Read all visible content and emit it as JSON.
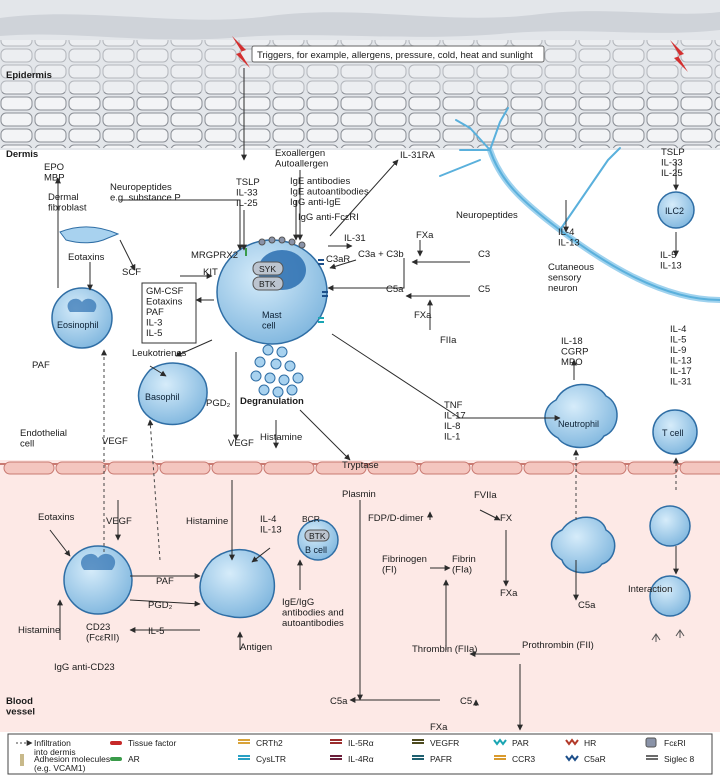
{
  "regions": {
    "epidermis": "Epidermis",
    "dermis": "Dermis",
    "blood_vessel": "Blood\nvessel"
  },
  "triggers": "Triggers, for example, allergens, pressure, cold, heat and sunlight",
  "cells": {
    "mast": "Mast\ncell",
    "eosinophil": "Eosinophil",
    "basophil": "Basophil",
    "neutrophil": "Neutrophil",
    "t_cell": "T cell",
    "ilc2": "ILC2",
    "b_cell": "B cell",
    "dermal_fibroblast": "Dermal\nfibroblast",
    "endothelial": "Endothelial\ncell",
    "sensory_neuron": "Cutaneous\nsensory\nneuron"
  },
  "labels": {
    "syk": "SYK",
    "btk": "BTK",
    "btk_b": "BTK",
    "bcr": "BCR",
    "degranulation": "Degranulation",
    "epo_mbp": "EPO\nMBP",
    "neuropeptides_sub": "Neuropeptides\ne.g. substance P",
    "tslp_list": "TSLP\nIL-33\nIL-25",
    "exoallergen": "Exoallergen\nAutoallergen",
    "ige_list": "IgE antibodies\nIgE autoantibodies\nIgG anti-IgE",
    "igg_fceri": "IgG anti-FcεRI",
    "il31ra": "IL-31RA",
    "neuropeptides": "Neuropeptides",
    "il31": "IL-31",
    "fxa_top": "FXa",
    "c3a_c3b": "C3a + C3b",
    "c3": "C3",
    "c3ar": "C3aR",
    "c5a": "C5a",
    "c5": "C5",
    "fxa_mid": "FXa",
    "fiia": "FIIa",
    "mrgprx2": "MRGPRX2",
    "kit": "KIT",
    "scf": "SCF",
    "eotaxins": "Eotaxins",
    "gm_box": "GM-CSF\nEotaxins\nPAF\nIL-3\nIL-5",
    "paf_left": "PAF",
    "leukotrienes": "Leukotrienes",
    "pgd2": "PGD₂",
    "vegf_mast": "VEGF",
    "histamine_top": "Histamine",
    "tryptase": "Tryptase",
    "tnf_list": "TNF\nIL-17\nIL-8\nIL-1",
    "il18_list": "IL-18\nCGRP\nMPO",
    "tslp_right": "TSLP\nIL-33\nIL-25",
    "il4_il13": "IL-4\nIL-13",
    "il5_il13": "IL-5\nIL-13",
    "tcell_list": "IL-4\nIL-5\nIL-9\nIL-13\nIL-17\nIL-31",
    "vegf_eos": "VEGF",
    "eotaxins_blood": "Eotaxins",
    "vegf_blood": "VEGF",
    "histamine_blood": "Histamine",
    "il4_il13_b": "IL-4\nIL-13",
    "paf_blood": "PAF",
    "pgd2_blood": "PGD₂",
    "il5_blood": "IL-5",
    "histamine_left": "Histamine",
    "cd23": "CD23\n(FcεRII)",
    "igg_cd23": "IgG anti-CD23",
    "ige_igg": "IgE/IgG\nantibodies and\nautoantibodies",
    "antigen": "Antigen",
    "plasmin": "Plasmin",
    "fdp": "FDP/D-dimer",
    "fviia": "FVIIa",
    "fx": "FX",
    "fibrinogen": "Fibrinogen\n(FI)",
    "fibrin": "Fibrin\n(FIa)",
    "fxa_blood": "FXa",
    "prothrombin": "Prothrombin (FII)",
    "thrombin": "Thrombin (FIIa)",
    "c5a_blood": "C5a",
    "c5_blood": "C5",
    "fxa_bottom": "FXa",
    "c5a_neut": "C5a",
    "interaction": "Interaction"
  },
  "legend": [
    {
      "icon": "dashed-arrow",
      "label": "Infiltration\ninto dermis",
      "color": "#444444"
    },
    {
      "icon": "adhesion",
      "label": "Adhesion molecules\n(e.g. VCAM1)",
      "color": "#c8b98a"
    },
    {
      "icon": "bar",
      "label": "Tissue factor",
      "color": "#c62828"
    },
    {
      "icon": "bar",
      "label": "AR",
      "color": "#3a9b4a"
    },
    {
      "icon": "fork",
      "label": "CRTh2",
      "color": "#d9a33a"
    },
    {
      "icon": "fork",
      "label": "CysLTR",
      "color": "#29a0c4"
    },
    {
      "icon": "fork",
      "label": "IL-5Rα",
      "color": "#9b2d2d"
    },
    {
      "icon": "fork",
      "label": "IL-4Rα",
      "color": "#6a1e3a"
    },
    {
      "icon": "fork",
      "label": "VEGFR",
      "color": "#4d4a1e"
    },
    {
      "icon": "fork",
      "label": "PAFR",
      "color": "#1f6070"
    },
    {
      "icon": "zigzag",
      "label": "PAR",
      "color": "#1aa5b3"
    },
    {
      "icon": "fork",
      "label": "CCR3",
      "color": "#d99a2e"
    },
    {
      "icon": "zigzag",
      "label": "HR",
      "color": "#b23a2a"
    },
    {
      "icon": "zigzag",
      "label": "C5aR",
      "color": "#1d4f8a"
    },
    {
      "icon": "fceri",
      "label": "FcεRI",
      "color": "#8a93a8"
    },
    {
      "icon": "siglec",
      "label": "Siglec 8",
      "color": "#6b6b6b"
    }
  ],
  "colors": {
    "epidermis_bg": "#e3e6ea",
    "dermis_bg": "#ffffff",
    "vessel_bg": "#fde9e6",
    "cell_fill": "#a8d2ef",
    "cell_stroke": "#2f6ea5",
    "nucleus": "#2c6fb0",
    "arrow": "#2b2b2b",
    "neuron": "#5ab0dc"
  }
}
